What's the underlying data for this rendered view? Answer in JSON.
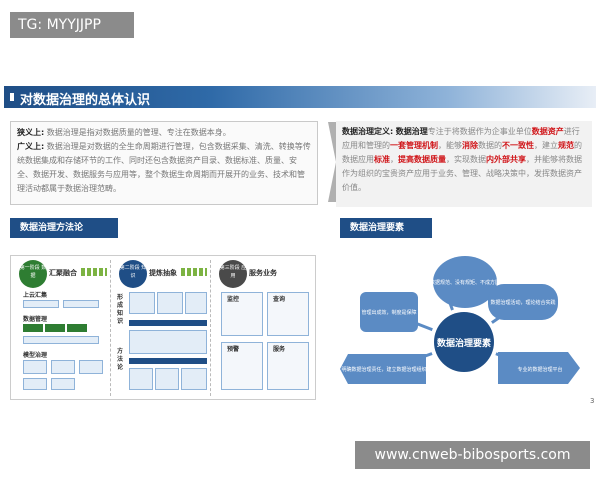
{
  "tag": "TG: MYYJJPP",
  "title": "对数据治理的总体认识",
  "definitions": {
    "narrow_label": "狭义上:",
    "narrow_text": "数据治理是指对数据质量的管理、专注在数据本身。",
    "broad_label": "广义上:",
    "broad_text": "数据治理是对数据的全生命周期进行管理，包含数据采集、清洗、转换等传统数据集成和存储环节的工作、同时还包含数据资产目录、数据标准、质量、安全、数据开发、数据服务与应用等，整个数据生命周期而开展开的业务、技术和管理活动都属于数据治理范畴。"
  },
  "governance_def": {
    "label": "数据治理定义:",
    "p1": "数据治理",
    "p2": "专注于将数据作为企事业单位",
    "p3": "数据资产",
    "p4": "进行应用和管理的",
    "p5": "一套管理机制",
    "p6": "，能够",
    "p7": "消除",
    "p8": "数据的",
    "p9": "不一致性",
    "p10": "，建立",
    "p11": "规范",
    "p12": "的数据应用",
    "p13": "标准",
    "p14": "，",
    "p15": "提高数据质量",
    "p16": "，实现数据",
    "p17": "内外部共享",
    "p18": "，并能够将数据作为组织的宝贵资产应用于业务、管理、战略决策中，发挥数据资产价值。"
  },
  "section_method": "数据治理方法论",
  "section_elements": "数据治理要素",
  "method": {
    "stage1": {
      "badge": "第一阶段 数据",
      "title": "汇聚融合",
      "sub1": "上云汇集",
      "sub2": "数据管理",
      "sub3": "模型治理"
    },
    "stage2": {
      "badge": "第二阶段 知识",
      "title": "提炼抽象",
      "side1": "形成知识",
      "side2": "方法论"
    },
    "stage3": {
      "badge": "第三阶段 应用",
      "title": "服务业务",
      "cards": [
        "监控",
        "查询",
        "预警",
        "服务"
      ]
    }
  },
  "elements": {
    "center": "数据治理要素",
    "items": [
      "数据规范、没有规矩、不成方圆",
      "数据治理活动，理论结合实践",
      "专业的数据治理平台",
      "明确数据治理责任，建立数据治理组织",
      "管理出成效，制度是保障"
    ]
  },
  "page_number": "3",
  "watermark": "www.cnweb-bibosports.com",
  "colors": {
    "primary": "#1f4e86",
    "node": "#5b8bc4",
    "green": "#2e7d32",
    "red": "#d0161a"
  }
}
